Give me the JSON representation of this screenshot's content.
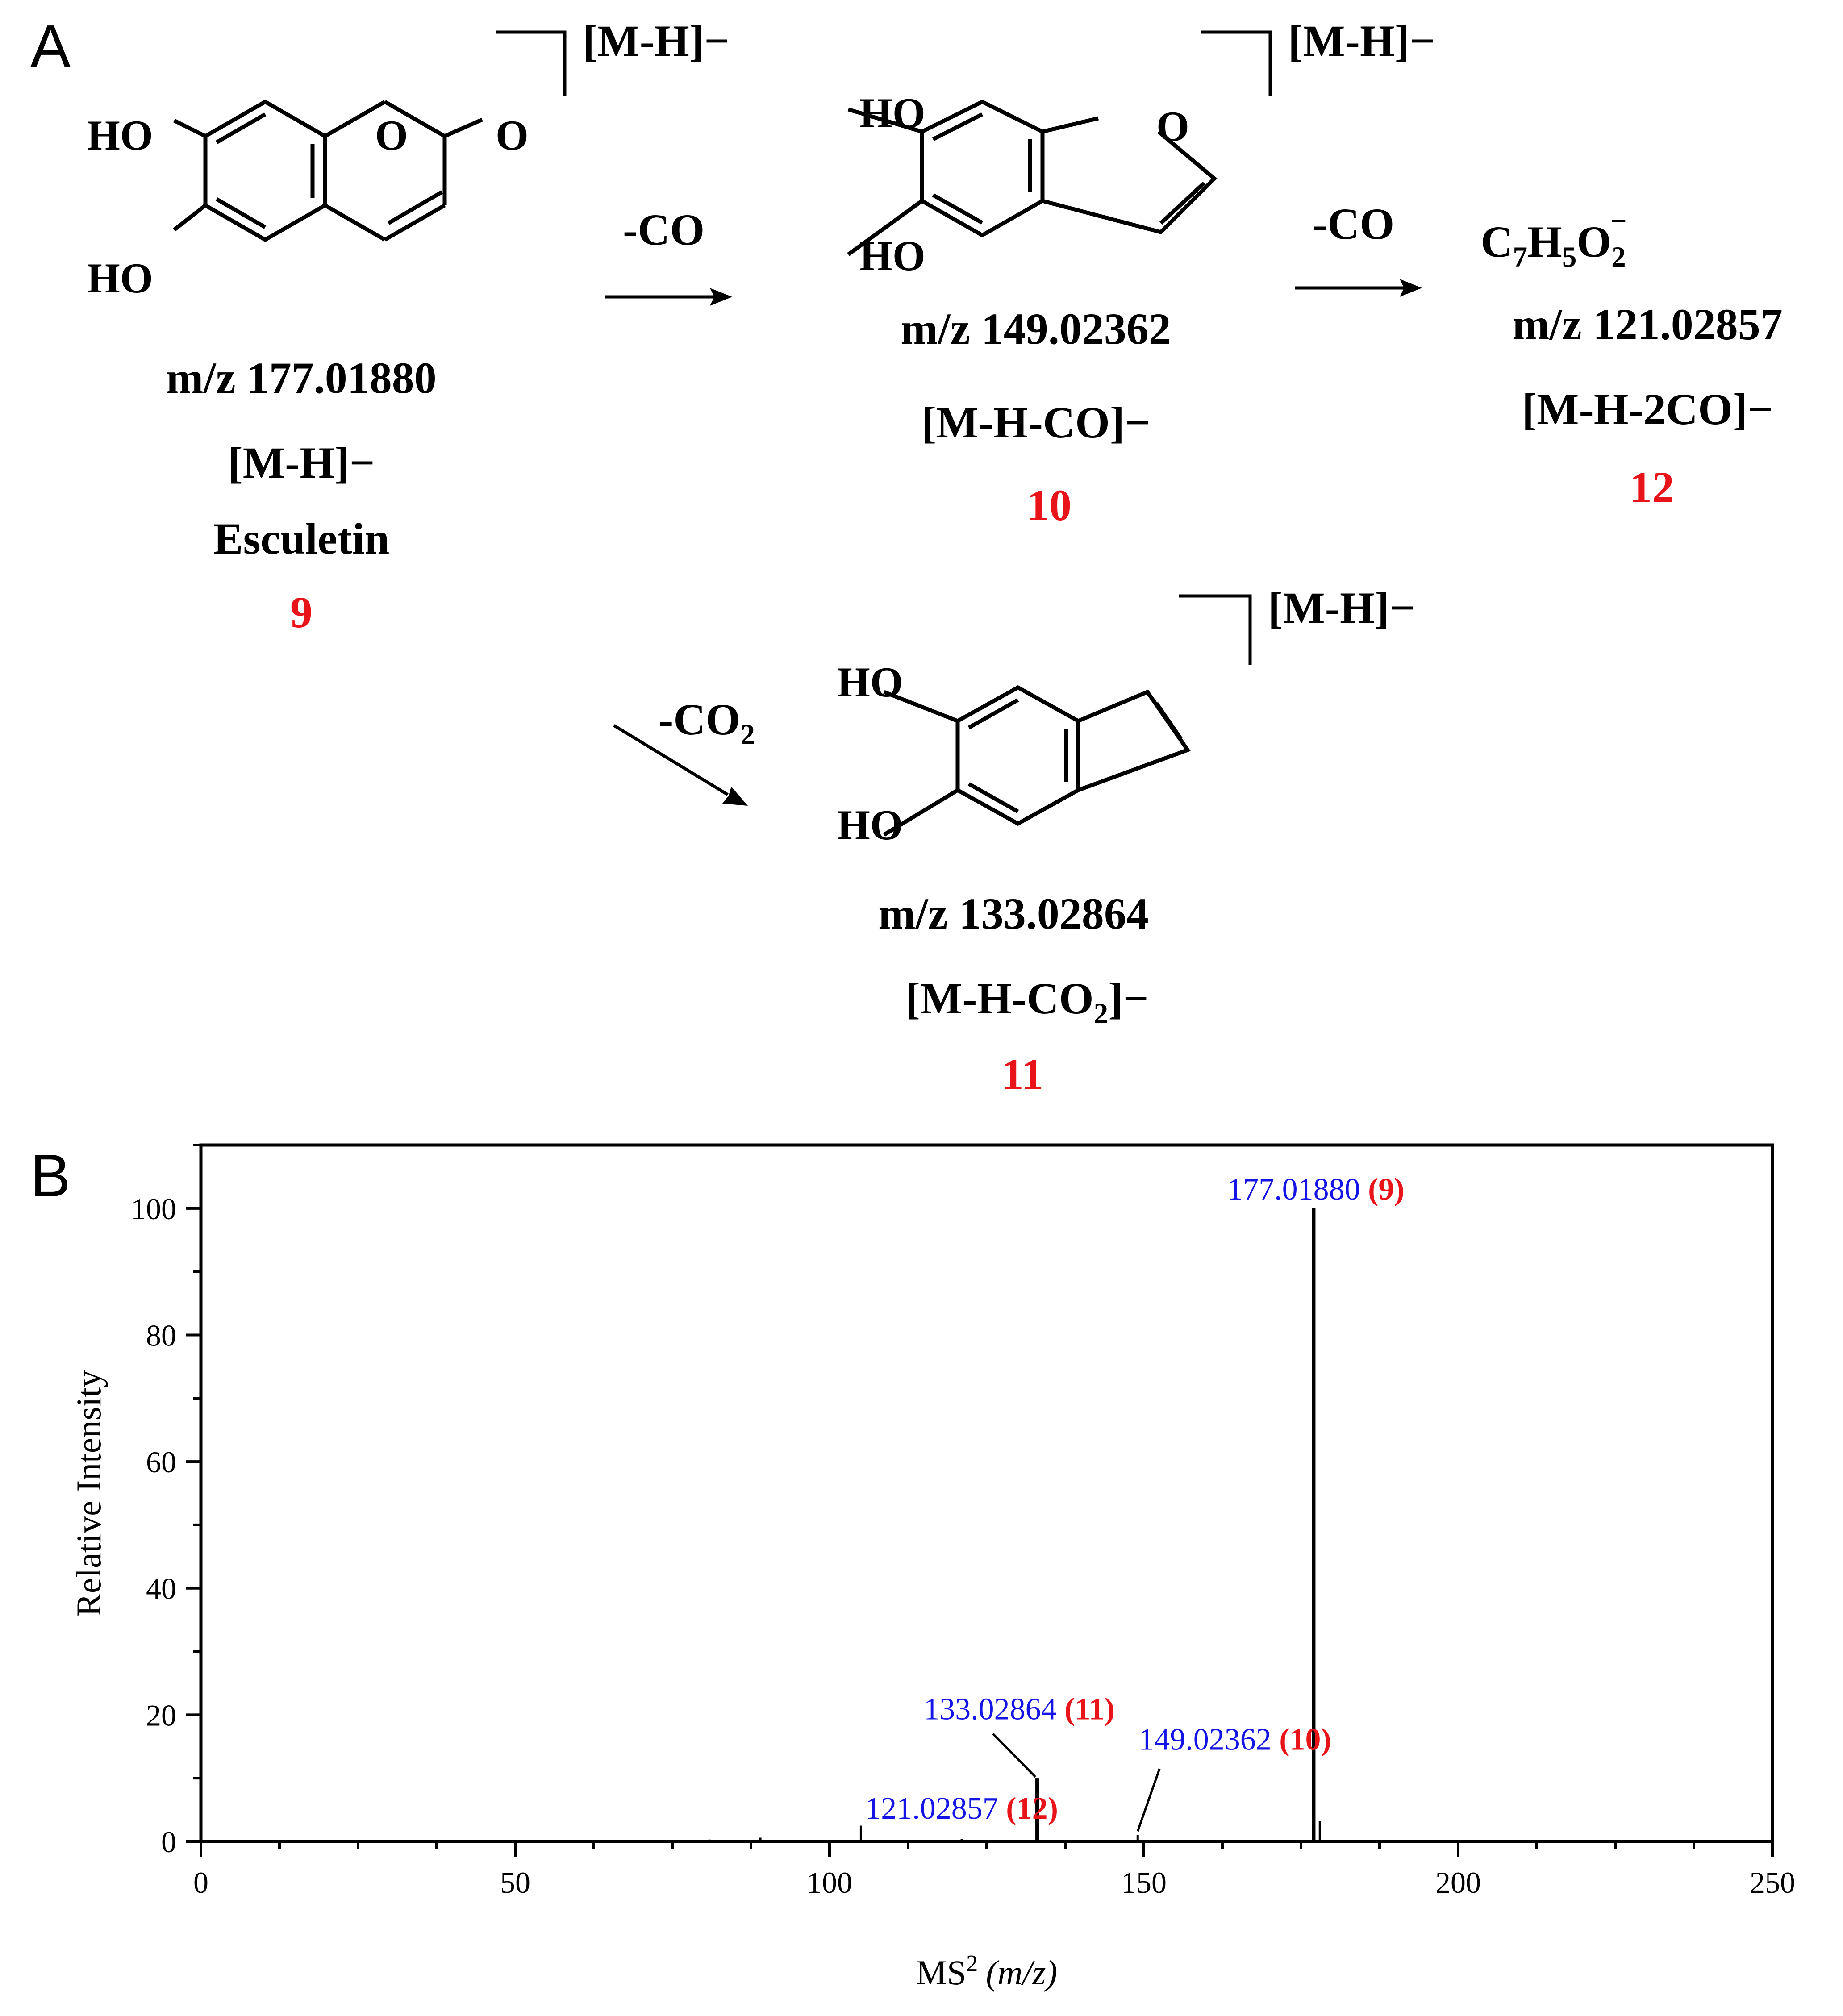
{
  "panels": {
    "a": "A",
    "b": "B"
  },
  "colors": {
    "label_red": "#e8141a",
    "peak_blue": "#1414e6",
    "line": "#000000"
  },
  "scheme": {
    "bracket_charge": "[M-H]−",
    "loss_co_1": "-CO",
    "loss_co_2": "-CO",
    "loss_co2": "-CO",
    "loss_co2_sub": "2",
    "compound9": {
      "atoms": {
        "ho_top": "HO",
        "ho_bottom": "HO",
        "ring_o": "O",
        "carbonyl_o": "O"
      },
      "mz": "m/z 177.01880",
      "ion": "[M-H]−",
      "name": "Esculetin",
      "number": "9"
    },
    "compound10": {
      "atoms": {
        "ho_top": "HO",
        "ho_bottom": "HO",
        "ring_o": "O"
      },
      "mz": "m/z 149.02362",
      "ion": "[M-H-CO]−",
      "number": "10"
    },
    "compound12": {
      "formula": {
        "c": "C",
        "c_sub": "7",
        "h": "H",
        "h_sub": "5",
        "o": "O",
        "o_sub": "2",
        "charge": "−"
      },
      "mz": "m/z 121.02857",
      "ion": "[M-H-2CO]−",
      "number": "12"
    },
    "compound11": {
      "atoms": {
        "ho_top": "HO",
        "ho_bottom": "HO"
      },
      "mz": "m/z 133.02864",
      "ion_pre": "[M-H-CO",
      "ion_sub": "2",
      "ion_post": "]−",
      "number": "11"
    }
  },
  "chart_data": {
    "type": "bar",
    "xlabel_main": "MS",
    "xlabel_sup": "2",
    "xlabel_unit": "(m/z)",
    "ylabel": "Relative Intensity",
    "xlim": [
      0,
      250
    ],
    "ylim": [
      0,
      110
    ],
    "xticks": [
      0,
      50,
      100,
      150,
      200,
      250
    ],
    "yticks": [
      0,
      20,
      40,
      60,
      80,
      100
    ],
    "peaks": [
      {
        "mz": 80.9,
        "intensity": 0.3
      },
      {
        "mz": 89.0,
        "intensity": 0.6
      },
      {
        "mz": 105.0,
        "intensity": 2.5
      },
      {
        "mz": 121.02857,
        "intensity": 0.4
      },
      {
        "mz": 133.02864,
        "intensity": 10
      },
      {
        "mz": 149.02362,
        "intensity": 1.0
      },
      {
        "mz": 177.0188,
        "intensity": 100
      },
      {
        "mz": 178.0,
        "intensity": 3.2
      }
    ],
    "annotations": [
      {
        "value": "177.01880",
        "compound": "(9)",
        "mz": 177.0188
      },
      {
        "value": "133.02864",
        "compound": "(11)",
        "mz": 133.02864
      },
      {
        "value": "149.02362",
        "compound": "(10)",
        "mz": 149.02362
      },
      {
        "value": "121.02857",
        "compound": "(12)",
        "mz": 121.02857
      }
    ]
  }
}
